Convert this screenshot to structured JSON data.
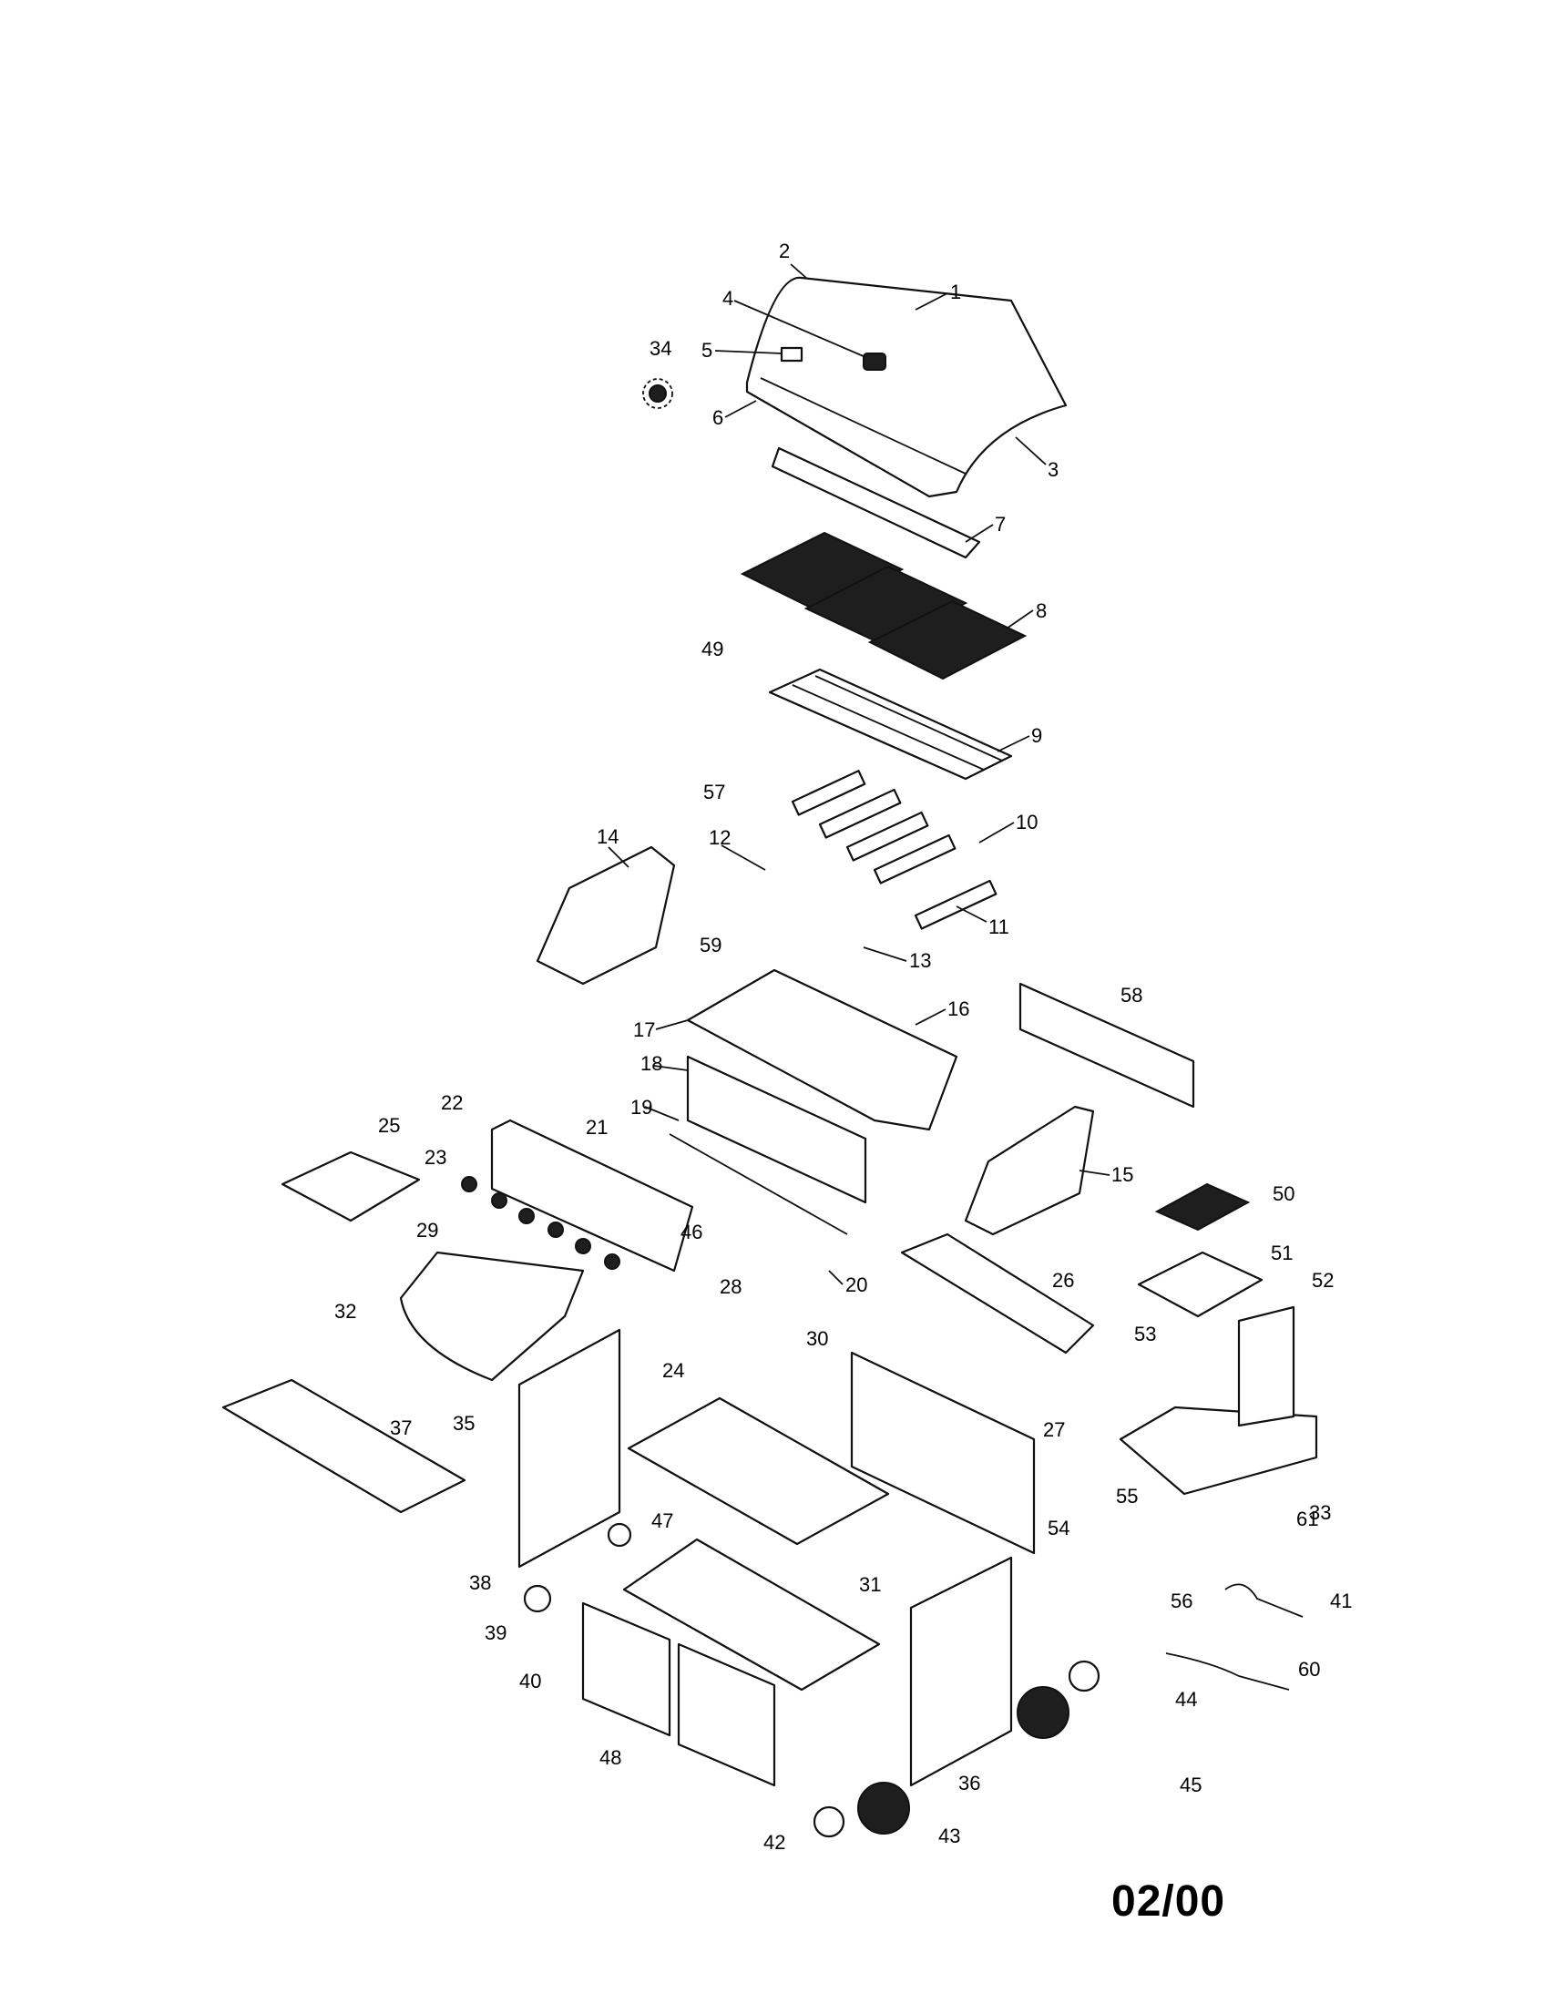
{
  "diagram": {
    "type": "exploded-parts-view",
    "part_labels": [
      "1",
      "2",
      "3",
      "4",
      "5",
      "6",
      "7",
      "8",
      "9",
      "10",
      "11",
      "12",
      "13",
      "14",
      "15",
      "16",
      "17",
      "18",
      "19",
      "20",
      "21",
      "22",
      "23",
      "24",
      "25",
      "26",
      "27",
      "28",
      "29",
      "30",
      "31",
      "32",
      "33",
      "34",
      "35",
      "36",
      "37",
      "38",
      "39",
      "40",
      "41",
      "42",
      "43",
      "44",
      "45",
      "46",
      "47",
      "48",
      "49",
      "50",
      "51",
      "52",
      "53",
      "54",
      "55",
      "56",
      "57",
      "58",
      "59",
      "60",
      "61"
    ],
    "date_code": "02/00"
  }
}
